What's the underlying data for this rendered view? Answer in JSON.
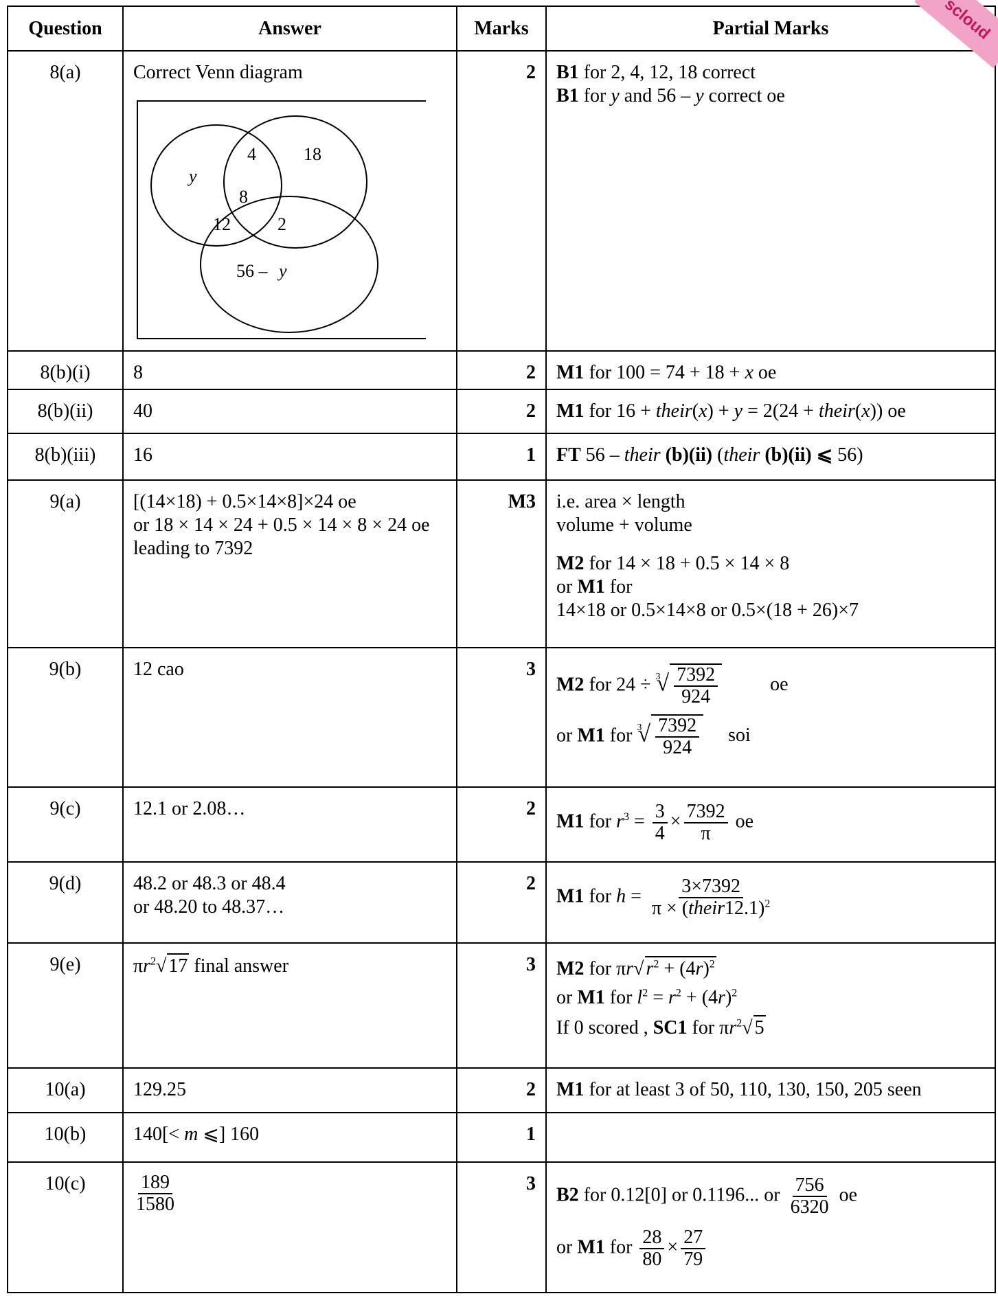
{
  "corner_tag": "scloud",
  "headers": {
    "question": "Question",
    "answer": "Answer",
    "marks": "Marks",
    "partial": "Partial Marks"
  },
  "rows": {
    "r8a": {
      "q": "8(a)",
      "answer": "Correct Venn diagram",
      "marks": "2",
      "p1_bold": "B1",
      "p1_text": " for 2, 4, 12, 18 correct",
      "p2_bold": "B1",
      "p2_text_a": " for ",
      "p2_var": "y",
      "p2_text_b": " and 56 – ",
      "p2_var2": "y",
      "p2_text_c": " correct oe",
      "venn": {
        "v4": "4",
        "v18": "18",
        "vy": "y",
        "v8": "8",
        "v12": "12",
        "v2": "2",
        "v56": "56 – ",
        "v56y": "y"
      }
    },
    "r8bi": {
      "q": "8(b)(i)",
      "answer": "8",
      "marks": "2",
      "p_bold": "M1",
      "p_text": " for 100 = 74 + 18 + ",
      "p_var": "x",
      "p_text2": " oe"
    },
    "r8bii": {
      "q": "8(b)(ii)",
      "answer": "40",
      "marks": "2",
      "p_bold": "M1",
      "p_text": " for 16 + ",
      "p_their": "their",
      "p_t2": "(",
      "p_x": "x",
      "p_t3": ") + ",
      "p_y": "y",
      "p_t4": " = 2(24 + ",
      "p_their2": "their",
      "p_t5": "(",
      "p_x2": "x",
      "p_t6": "))  oe"
    },
    "r8biii": {
      "q": "8(b)(iii)",
      "answer": "16",
      "marks": "1",
      "p_bold": "FT",
      "p_t1": " 56 – ",
      "p_their": "their",
      "p_b1": " (b)(ii)",
      "p_t2": "   (",
      "p_their2": "their",
      "p_b2": " (b)(ii) ⩽",
      "p_t3": " 56)"
    },
    "r9a": {
      "q": "9(a)",
      "marks": "M3",
      "a1": "[(14×18) + 0.5×14×8]×24  oe",
      "a2": "or 18 × 14 × 24 + 0.5 × 14 × 8 × 24 oe",
      "a3": "leading to 7392",
      "p1": "i.e. area × length",
      "p2": "volume + volume",
      "p3_bold": "M2",
      "p3_text": " for 14 × 18 + 0.5 × 14 × 8",
      "p4_a": "or ",
      "p4_bold": "M1",
      "p4_b": " for",
      "p5": "14×18  or  0.5×14×8  or  0.5×(18 + 26)×7"
    },
    "r9b": {
      "q": "9(b)",
      "answer": "12 cao",
      "marks": "3",
      "p1_bold": "M2",
      "p1_text": " for  24 ÷ ",
      "num": "7392",
      "den": "924",
      "p1_oe": "oe",
      "p2_a": "or ",
      "p2_bold": "M1",
      "p2_b": " for ",
      "num2": "7392",
      "den2": "924",
      "p2_soi": "soi",
      "idx": "3",
      "idx2": "3"
    },
    "r9c": {
      "q": "9(c)",
      "answer": "12.1 or 2.08…",
      "marks": "2",
      "p_bold": "M1",
      "p_t1": " for ",
      "p_r": "r",
      "p_sup": "3",
      "p_eq": " = ",
      "n1": "3",
      "d1": "4",
      "p_times": "×",
      "n2": "7392",
      "d2": "π",
      "p_oe": " oe"
    },
    "r9d": {
      "q": "9(d)",
      "a1": "48.2 or 48.3 or 48.4",
      "a2": "or 48.20 to 48.37…",
      "marks": "2",
      "p_bold": "M1",
      "p_t1": " for ",
      "p_h": "h",
      "p_eq": " = ",
      "num": "3×7392",
      "den_a": "π × (",
      "den_their": "their",
      "den_b": "12.1)",
      "den_sup": "2"
    },
    "r9e": {
      "q": "9(e)",
      "marks": "3",
      "a_pi": "π",
      "a_r": "r",
      "a_sup": "2",
      "a_root": "17",
      "a_final": "  final answer",
      "p1_bold": "M2",
      "p1_t": " for  π",
      "p1_r": "r",
      "p1_in_r": "r",
      "p1_in_sup": "2",
      "p1_in_rest": " + (4",
      "p1_in_r2": "r",
      "p1_in_close": ")",
      "p1_in_sup2": "2",
      "p2_a": "or ",
      "p2_bold": "M1",
      "p2_b": " for ",
      "p2_l": "l",
      "p2_sup": "2",
      "p2_eq": " = ",
      "p2_r": "r",
      "p2_sup2": "2",
      "p2_rest": " + (4",
      "p2_r2": "r",
      "p2_close": ")",
      "p2_sup3": "2",
      "p3_a": "If 0 scored , ",
      "p3_bold": "SC1",
      "p3_b": " for  π",
      "p3_r": "r",
      "p3_sup": "2",
      "p3_root": "5"
    },
    "r10a": {
      "q": "10(a)",
      "answer": "129.25",
      "marks": "2",
      "p_bold": "M1",
      "p_text": " for at least 3 of 50, 110, 130, 150, 205 seen"
    },
    "r10b": {
      "q": "10(b)",
      "a_t1": "140[< ",
      "a_m": "m",
      "a_t2": " ⩽] 160",
      "marks": "1"
    },
    "r10c": {
      "q": "10(c)",
      "a_num": "189",
      "a_den": "1580",
      "marks": "3",
      "p1_bold": "B2",
      "p1_text": " for 0.12[0] or 0.1196... or ",
      "p1_num": "756",
      "p1_den": "6320",
      "p1_oe": " oe",
      "p2_a": "or ",
      "p2_bold": "M1",
      "p2_b": " for ",
      "n1": "28",
      "d1": "80",
      "p2_times": "×",
      "n2": "27",
      "d2": "79"
    }
  }
}
